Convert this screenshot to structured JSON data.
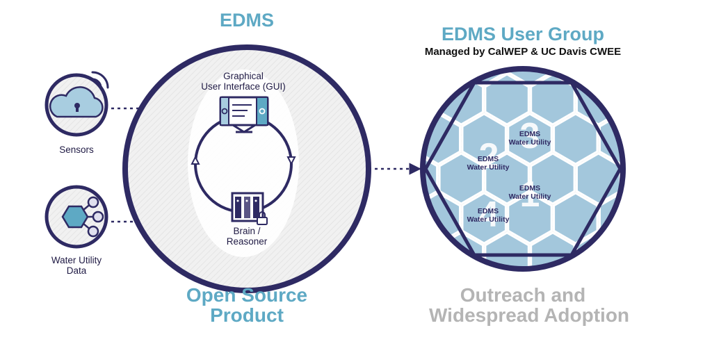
{
  "edms": {
    "title": "EDMS",
    "gui_label": [
      "Graphical",
      "User Interface (GUI)"
    ],
    "brain_label": [
      "Brain /",
      "Reasoner"
    ],
    "bottom_label": [
      "Open Source",
      "Product"
    ]
  },
  "inputs": {
    "sensors_label": "Sensors",
    "data_label": [
      "Water Utility",
      "Data"
    ]
  },
  "user_group": {
    "title": "EDMS User Group",
    "subtitle": "Managed by CalWEP & UC Davis CWEE",
    "utilities": [
      {
        "number": "1",
        "label": [
          "EDMS",
          "Water Utility"
        ]
      },
      {
        "number": "2",
        "label": [
          "EDMS",
          "Water Utility"
        ]
      },
      {
        "number": "3",
        "label": [
          "EDMS",
          "Water Utility"
        ]
      },
      {
        "number": "4",
        "label": [
          "EDMS",
          "Water Utility"
        ]
      }
    ],
    "bottom_label": [
      "Outreach and",
      "Widespread Adoption"
    ]
  },
  "colors": {
    "navy": "#2e2a63",
    "teal": "#5ea9c4",
    "light_teal": "#a8cde0",
    "hex_fill": "#a3c7dc",
    "gray_text": "#b4b4b4",
    "circle_fill": "#efefef"
  }
}
